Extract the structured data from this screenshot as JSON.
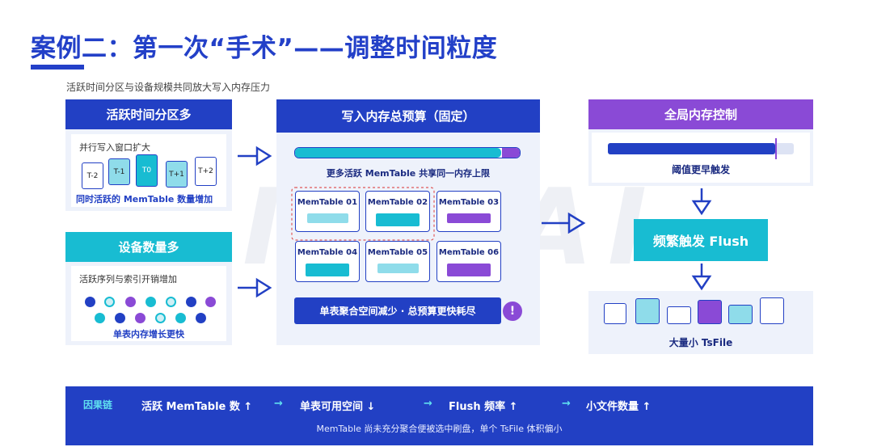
{
  "title": "案例二：第一次“手术”——调整时间粒度",
  "subtitle": "活跃时间分区与设备规模共同放大写入内存压力",
  "watermark": "IoT-AI",
  "panel_partitions": {
    "header": "活跃时间分区多",
    "caption": "并行写入窗口扩大",
    "windows": [
      "T-2",
      "T-1",
      "T0",
      "T+1",
      "T+2"
    ],
    "footer": "同时活跃的 MemTable 数量增加"
  },
  "panel_devices": {
    "header": "设备数量多",
    "caption": "活跃序列与索引开销增加",
    "footer": "单表内存增长更快"
  },
  "panel_budget": {
    "header": "写入内存总预算（固定）",
    "bar_fill_fraction": 0.92,
    "caption": "更多活跃 MemTable 共享同一内存上限",
    "memtables": [
      {
        "label": "MemTable 01",
        "fill": 0.8,
        "color": "#8fdcea"
      },
      {
        "label": "MemTable 02",
        "fill": 0.85,
        "color": "#18bcd2"
      },
      {
        "label": "MemTable 03",
        "fill": 0.85,
        "color": "#8a4ad6"
      },
      {
        "label": "MemTable 04",
        "fill": 0.85,
        "color": "#18bcd2"
      },
      {
        "label": "MemTable 05",
        "fill": 0.8,
        "color": "#8fdcea"
      },
      {
        "label": "MemTable 06",
        "fill": 0.85,
        "color": "#8a4ad6"
      }
    ],
    "warning": "单表聚合空间减少 · 总预算更快耗尽",
    "warning_icon": "!"
  },
  "panel_global": {
    "header": "全局内存控制",
    "threshold_fill_fraction": 0.9,
    "caption": "阈值更早触发"
  },
  "flush_label": "频繁触发 Flush",
  "tsfile_caption": "大量小 TsFile",
  "footer": {
    "chain_label": "因果链",
    "steps": [
      "活跃 MemTable 数 ↑",
      "单表可用空间 ↓",
      "Flush 频率 ↑",
      "小文件数量 ↑"
    ],
    "arrow": "→",
    "note": "MemTable 尚未充分聚合便被选中刷盘，单个 TsFile 体积偏小"
  },
  "colors": {
    "primary": "#2240c4",
    "cyan": "#18bcd2",
    "light_cyan": "#8fdcea",
    "purple": "#8a4ad6",
    "panel_bg": "#eef2fb"
  }
}
